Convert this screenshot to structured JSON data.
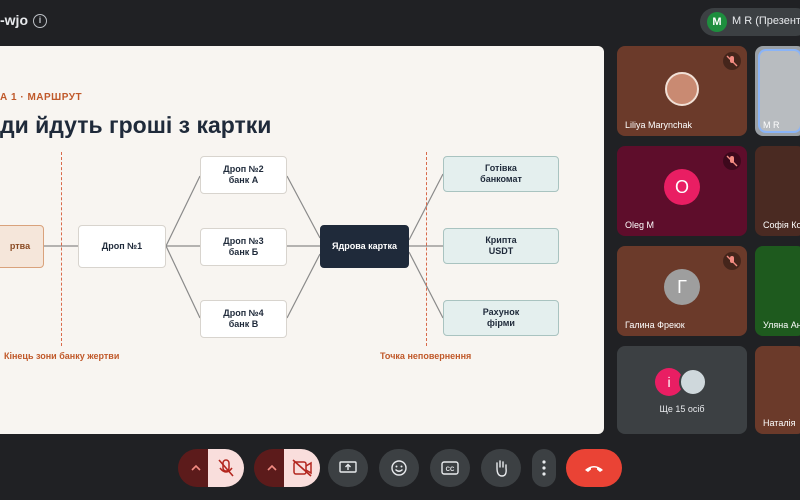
{
  "topbar": {
    "meeting_code": "-wjo",
    "info_icon": "info-icon",
    "presenter_initial": "M",
    "presenter_label": "M R (Презента"
  },
  "slide": {
    "kicker": "А 1 · МАРШРУТ",
    "title": "ди йдуть гроші з картки",
    "nodes": {
      "victim": "ртва",
      "drop1": "Дроп №1",
      "drop2": "Дроп №2\nбанк А",
      "drop3": "Дроп №3\nбанк Б",
      "drop4": "Дроп №4\nбанк В",
      "core": "Ядрова картка",
      "cash": "Готівка\nбанкомат",
      "crypto": "Крипта\nUSDT",
      "firm": "Рахунок\nфірми"
    },
    "zone_left": "Кінець зони банку жертви",
    "zone_right": "Точка неповернення",
    "colors": {
      "accent": "#c0592a",
      "core": "#1f2a3a",
      "outbox": "#e4efee"
    }
  },
  "participants": [
    {
      "name": "Liliya Marynchak",
      "muted": true,
      "kind": "photo"
    },
    {
      "name": "M R",
      "muted": false,
      "kind": "blurred-video"
    },
    {
      "name": "Oleg M",
      "initial": "O",
      "muted": true,
      "kind": "avatar"
    },
    {
      "name": "Софія Ко",
      "muted": false,
      "kind": "video"
    },
    {
      "name": "Галина Фреюк",
      "initial": "Г",
      "muted": true,
      "kind": "avatar"
    },
    {
      "name": "Уляна Ан",
      "muted": false,
      "kind": "video"
    },
    {
      "name": "Ще 15 осіб",
      "initial": "і",
      "muted": false,
      "kind": "more"
    },
    {
      "name": "Наталія",
      "muted": false,
      "kind": "video"
    }
  ],
  "controls": {
    "mic": "mic-off-icon",
    "camera": "camera-off-icon",
    "present": "present-screen-icon",
    "emoji": "emoji-icon",
    "captions": "captions-icon",
    "raise_hand": "raise-hand-icon",
    "more": "more-options-icon",
    "end_call": "end-call-icon"
  }
}
